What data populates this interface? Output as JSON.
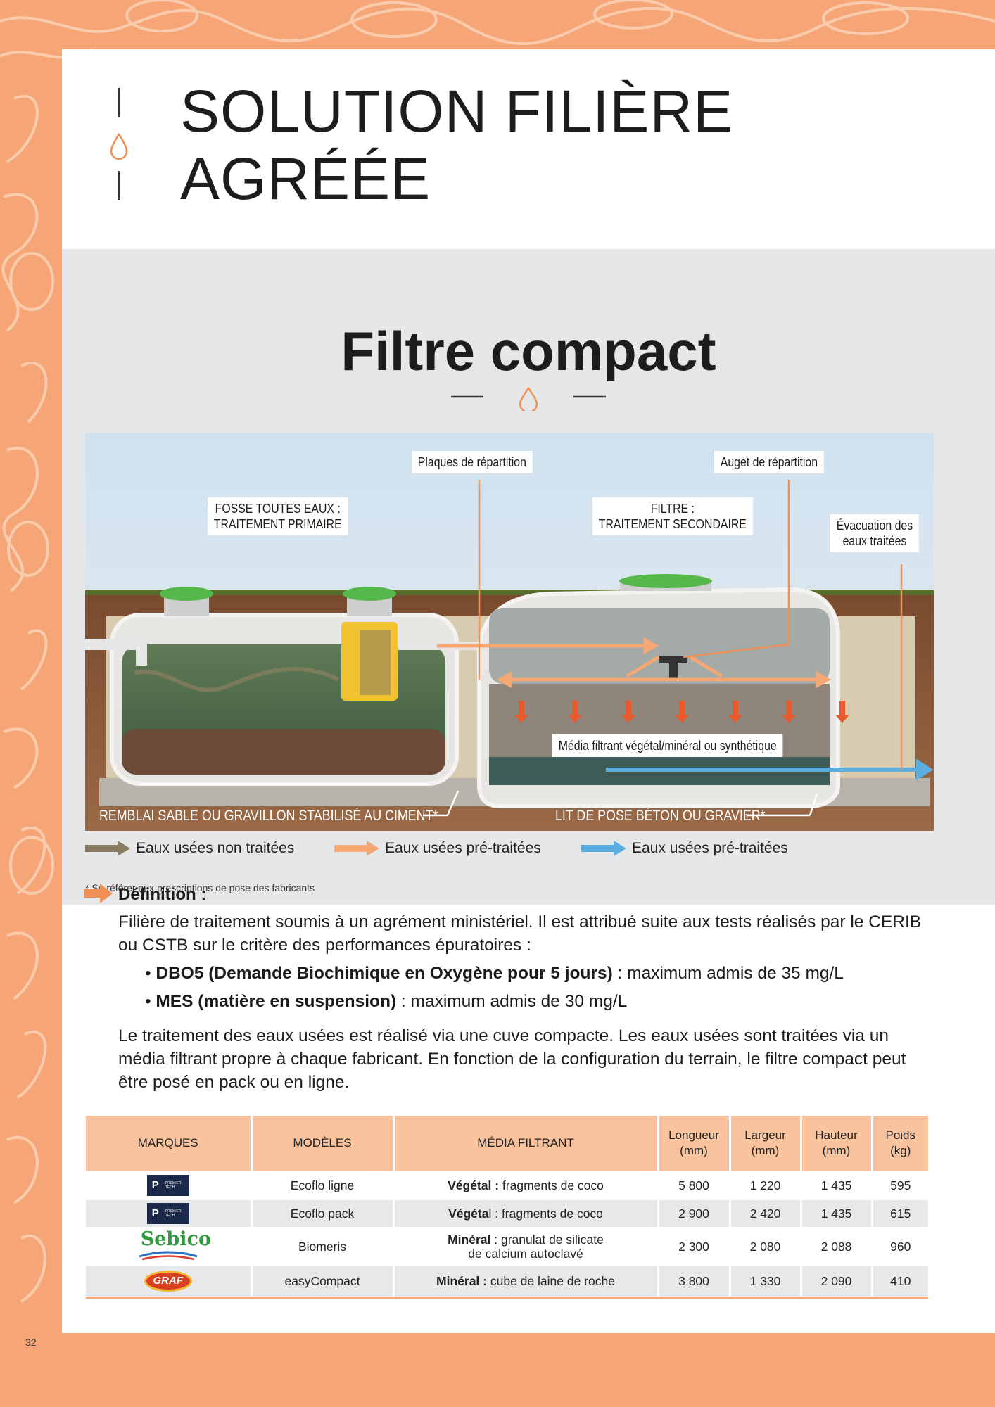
{
  "page": {
    "title_line1": "SOLUTION FILIÈRE",
    "title_line2": "AGRÉÉE",
    "subtitle": "Filtre compact",
    "page_number": "32",
    "accent_color": "#f6a676",
    "water_drop_icon": "water-drop-icon"
  },
  "diagram": {
    "labels": {
      "fosse": "FOSSE TOUTES EAUX :\nTRAITEMENT PRIMAIRE",
      "plaques": "Plaques de répartition",
      "filtre": "FILTRE :\nTRAITEMENT SECONDAIRE",
      "auget": "Auget de répartition",
      "evacuation": "Évacuation des\neaux traitées",
      "media": "Média filtrant végétal/minéral ou synthétique"
    },
    "captions": {
      "remblai": "REMBLAI SABLE OU GRAVILLON STABILISÉ AU CIMENT*",
      "lit": "LIT DE POSE BÉTON OU GRAVIER*"
    }
  },
  "legend": [
    {
      "label": "Eaux usées non traitées",
      "color": "#8a7c62"
    },
    {
      "label": "Eaux usées pré-traitées",
      "color": "#f5a874"
    },
    {
      "label": "Eaux usées pré-traitées",
      "color": "#5aaee0"
    }
  ],
  "footnote": "* Se référer aux prescriptions de pose des fabricants",
  "definition": {
    "title": "Définition :",
    "paragraph1": "Filière de traitement soumis à un agrément ministériel. Il est attribué suite aux tests réalisés par le CERIB ou CSTB sur le critère des performances épuratoires :",
    "bullets": [
      {
        "bold": "DBO5 (Demande Biochimique en Oxygène pour 5 jours)",
        "text": " : maximum admis de 35 mg/L"
      },
      {
        "bold": "MES (matière en suspension)",
        "text": " : maximum admis de 30 mg/L"
      }
    ],
    "paragraph2": "Le traitement des eaux usées est réalisé via une cuve compacte. Les eaux usées sont traitées via un média filtrant propre à chaque fabricant. En fonction de la configuration du terrain, le filtre compact peut être posé en pack ou en ligne."
  },
  "table": {
    "headers": [
      "MARQUES",
      "MODÈLES",
      "MÉDIA FILTRANT",
      "Longueur\n(mm)",
      "Largeur\n(mm)",
      "Hauteur\n(mm)",
      "Poids\n(kg)"
    ],
    "rows": [
      {
        "brand": "PREMIER TECH",
        "brand_logo": "premier-tech-logo",
        "model": "Ecoflo ligne",
        "media_bold": "Végétal :",
        "media_text": " fragments de coco",
        "longueur": "5 800",
        "largeur": "1 220",
        "hauteur": "1 435",
        "poids": "595"
      },
      {
        "brand": "PREMIER TECH",
        "brand_logo": "premier-tech-logo",
        "model": "Ecoflo pack",
        "media_bold": "Végéta",
        "media_text": "l : fragments de coco",
        "longueur": "2 900",
        "largeur": "2 420",
        "hauteur": "1 435",
        "poids": "615"
      },
      {
        "brand": "Sebico",
        "brand_logo": "sebico-logo",
        "model": "Biomeris",
        "media_bold": "Minéral",
        "media_text": " : granulat de silicate",
        "media_text2": "de calcium autoclavé",
        "longueur": "2 300",
        "largeur": "2 080",
        "hauteur": "2 088",
        "poids": "960"
      },
      {
        "brand": "GRAF",
        "brand_logo": "graf-logo",
        "model": "easyCompact",
        "media_bold": "Minéral :",
        "media_text": " cube de laine de roche",
        "longueur": "3 800",
        "largeur": "1 330",
        "hauteur": "2 090",
        "poids": "410"
      }
    ]
  }
}
